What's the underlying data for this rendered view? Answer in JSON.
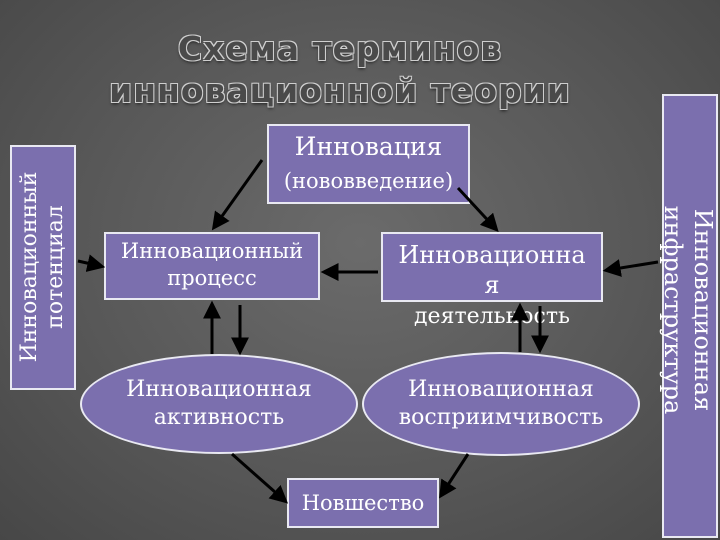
{
  "title": "Схема терминов инновационной теории",
  "nodes": {
    "innovation": {
      "line1": "Инновация",
      "line2": "(нововведение)"
    },
    "process": {
      "line1": "Инновационный",
      "line2": "процесс"
    },
    "activity": {
      "line1": "Инновационна",
      "line2": "я",
      "line3": "деятельность"
    },
    "potential": {
      "line1": "Инновационный",
      "line2": "потенциал"
    },
    "infrastructure": {
      "line1": "Инновационная",
      "line2": "инфраструктура"
    },
    "activeness": {
      "line1": "Инновационная",
      "line2": "активность"
    },
    "receptivity": {
      "line1": "Инновационная",
      "line2": "восприимчивость"
    },
    "novelty": {
      "label": "Новшество"
    }
  },
  "colors": {
    "node_fill": "#7b6fae",
    "node_border": "#e9e9f2",
    "arrow": "#000000"
  }
}
